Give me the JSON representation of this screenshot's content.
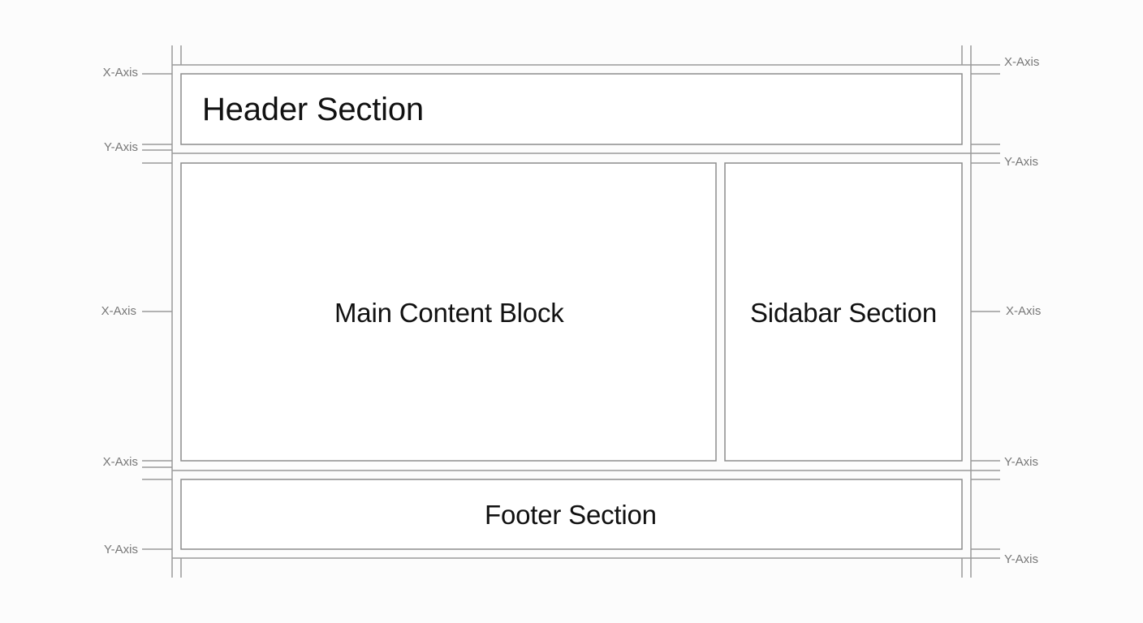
{
  "diagram": {
    "sections": {
      "header": "Header Section",
      "main": "Main Content Block",
      "sidebar": "Sidabar Section",
      "footer": "Footer Section"
    },
    "axis_labels": {
      "left": [
        "X-Axis",
        "Y-Axis",
        "X-Axis",
        "X-Axis",
        "Y-Axis"
      ],
      "right": [
        "X-Axis",
        "Y-Axis",
        "X-Axis",
        "Y-Axis",
        "Y-Axis"
      ]
    },
    "colors": {
      "line": "#9a9a9a",
      "box_border": "#8c8c8c",
      "text": "#111111",
      "axis_text": "#777777",
      "background": "#fcfcfc"
    }
  }
}
